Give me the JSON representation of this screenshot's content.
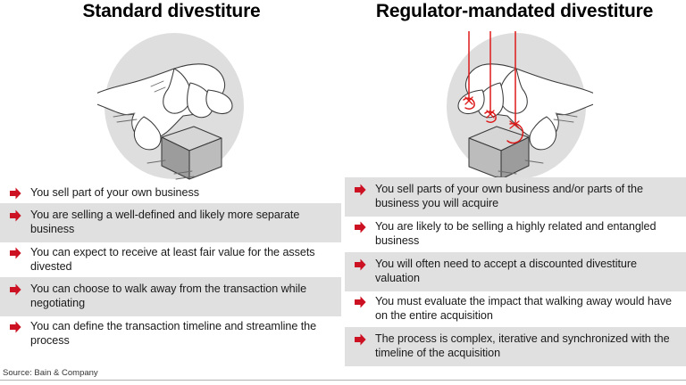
{
  "columns": [
    {
      "title": "Standard divestiture",
      "illustration": "hand-holding-cube-icon",
      "bullets": [
        {
          "text": "You sell part of your own business",
          "shaded": false
        },
        {
          "text": "You are selling a well-defined and likely more separate business",
          "shaded": true
        },
        {
          "text": "You can expect to receive at least fair value for the assets divested",
          "shaded": false
        },
        {
          "text": "You can choose to walk away from the transaction while negotiating",
          "shaded": true
        },
        {
          "text": "You can define the transaction timeline and streamline the process",
          "shaded": false
        }
      ]
    },
    {
      "title": "Regulator-mandated divestiture",
      "illustration": "hand-holding-cube-with-puppet-strings-icon",
      "bullets": [
        {
          "text": "You sell parts of your own business and/or parts of the business you will acquire",
          "shaded": true
        },
        {
          "text": "You are likely to be selling a highly related and entangled business",
          "shaded": false
        },
        {
          "text": "You will often need to accept a discounted divestiture valuation",
          "shaded": true
        },
        {
          "text": "You must evaluate the impact that walking away would have on the entire acquisition",
          "shaded": false
        },
        {
          "text": "The process is complex, iterative and synchronized with the timeline of the acquisition",
          "shaded": true
        }
      ]
    }
  ],
  "footer": {
    "source": "Source: Bain & Company"
  },
  "colors": {
    "accent_red": "#cc1122",
    "shade_gray": "#e0e0e0",
    "circle_gray": "#dedede",
    "cube_gray": "#b3b3b3",
    "text_black": "#1a1a1a"
  }
}
